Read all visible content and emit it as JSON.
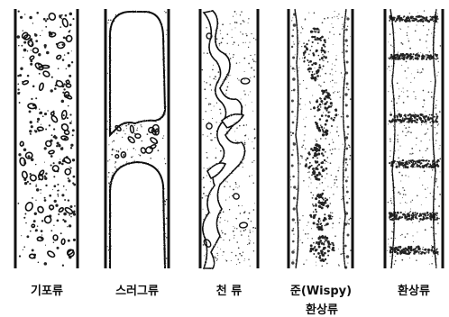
{
  "labels": {
    "bubbly": "기포류",
    "slug": "스러그류",
    "churn": "천 류",
    "wispy_line1": "준(Wispy)",
    "wispy_line2": "환상류",
    "annular": "환상류"
  }
}
